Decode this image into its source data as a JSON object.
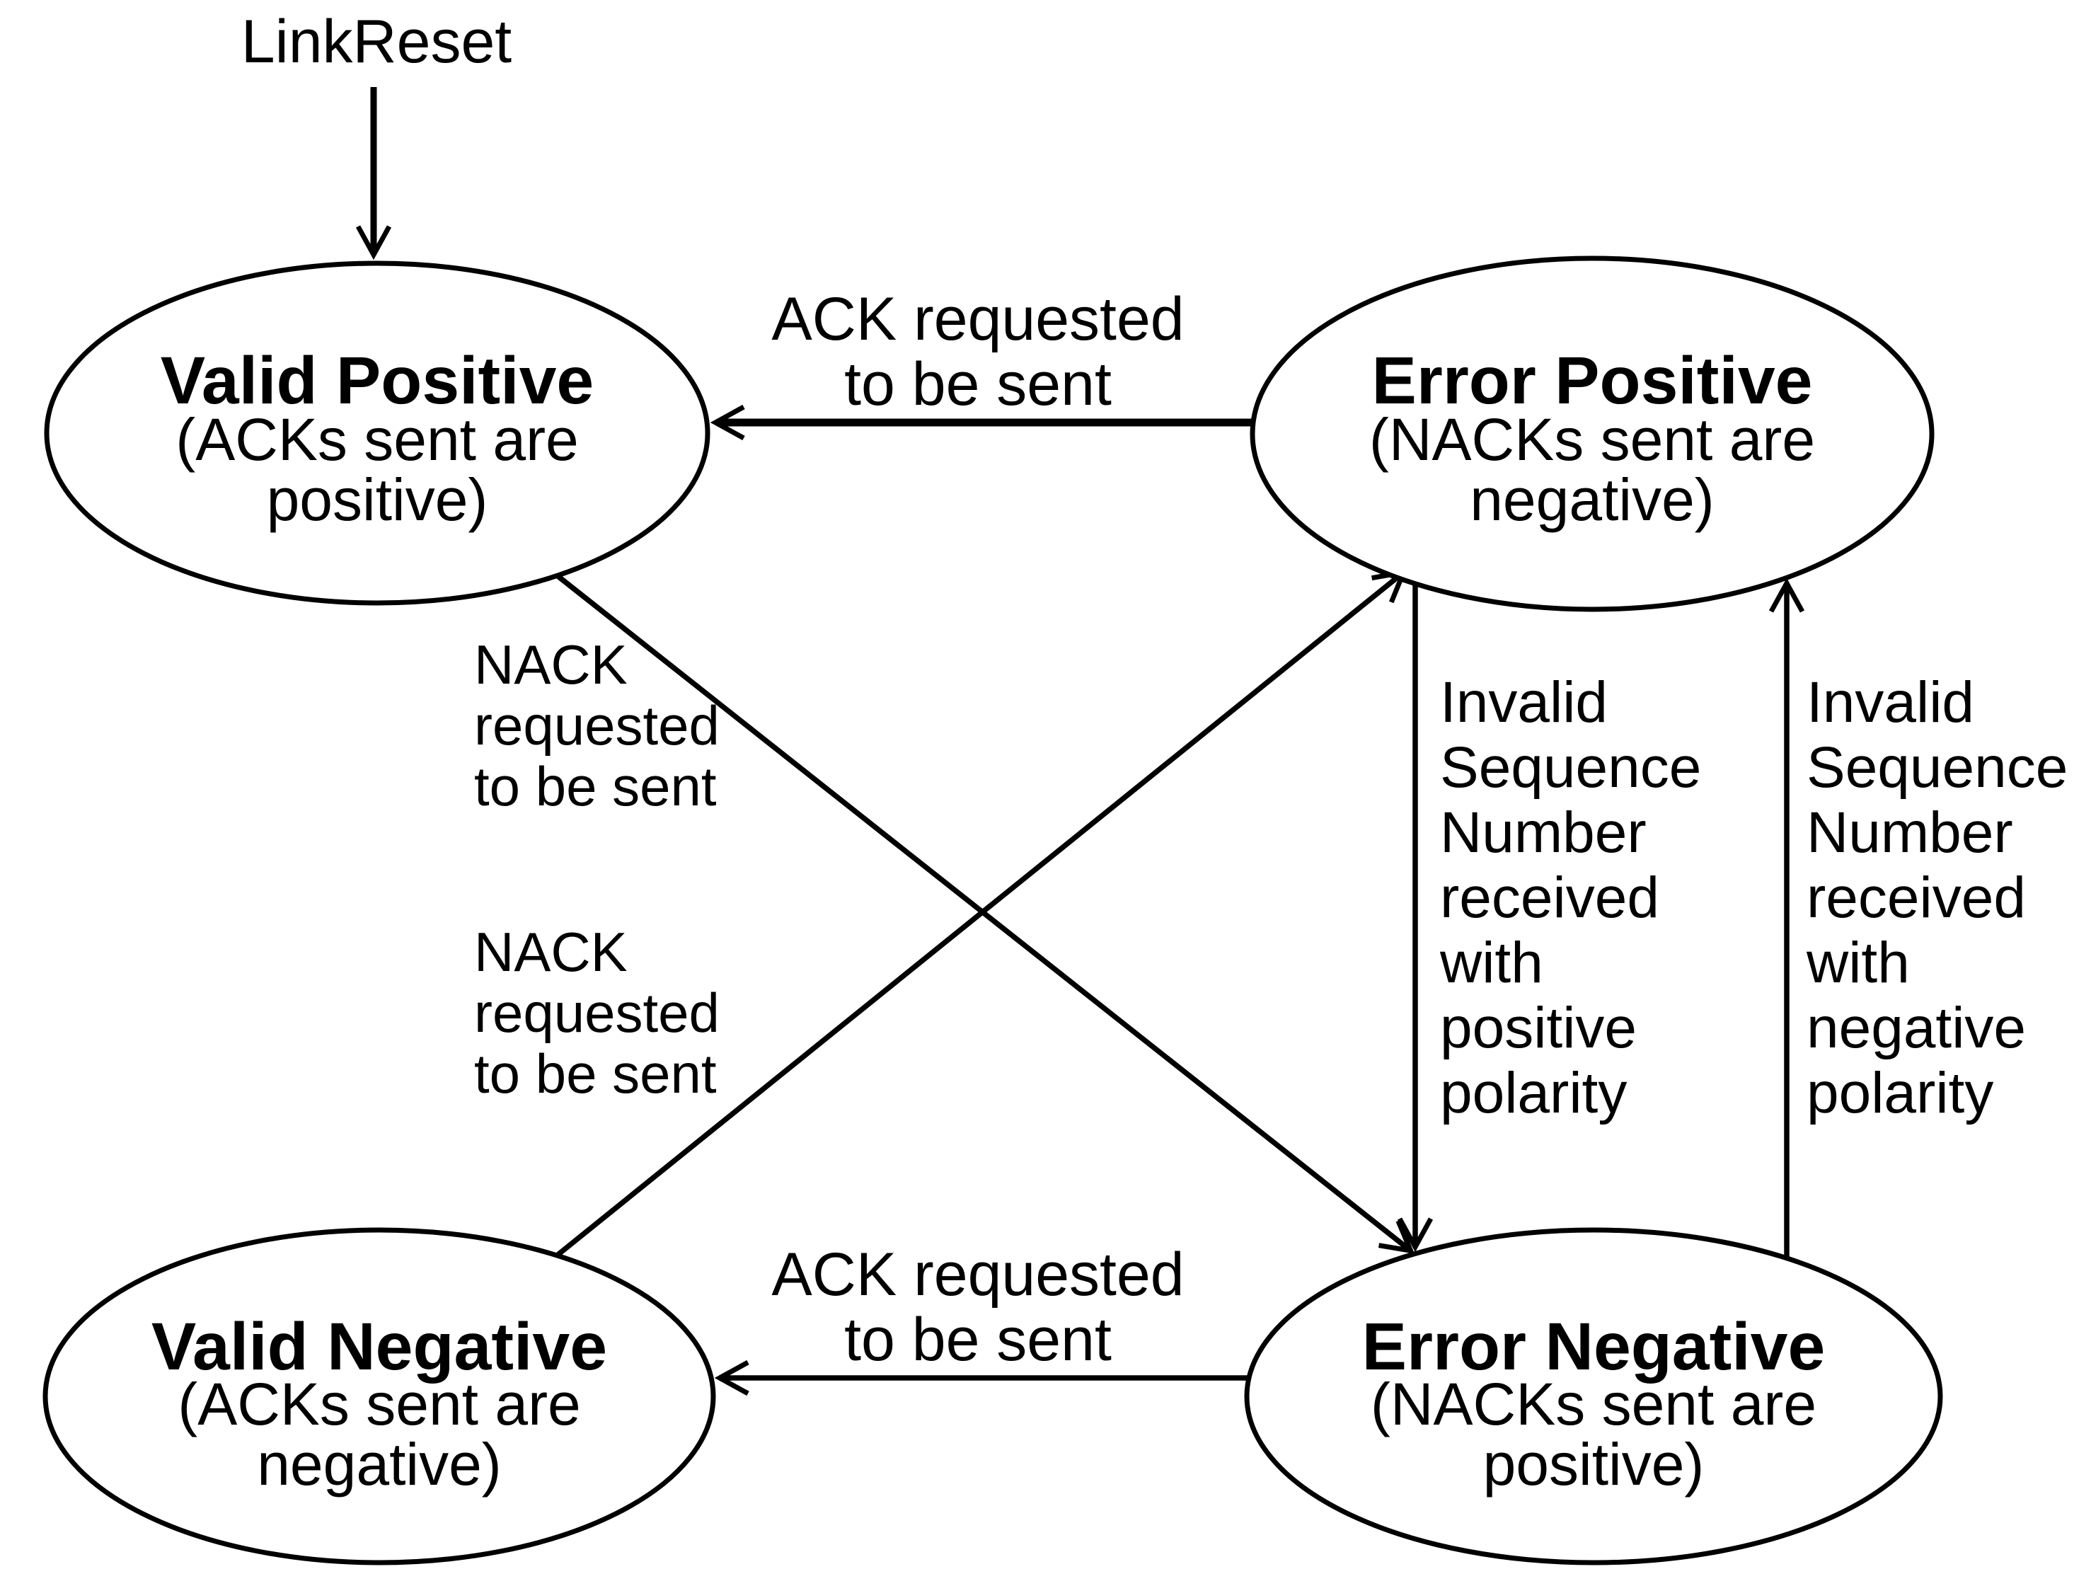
{
  "colors": {
    "ink": "#000000",
    "background": "#ffffff"
  },
  "diagram": {
    "entry": {
      "label": "LinkReset"
    },
    "states": {
      "valid_positive": {
        "title": "Valid Positive",
        "sub1": "(ACKs sent are",
        "sub2": "positive)"
      },
      "error_positive": {
        "title": "Error Positive",
        "sub1": "(NACKs sent are",
        "sub2": "negative)"
      },
      "valid_negative": {
        "title": "Valid Negative",
        "sub1": "(ACKs sent are",
        "sub2": "negative)"
      },
      "error_negative": {
        "title": "Error Negative",
        "sub1": "(NACKs sent are",
        "sub2": "positive)"
      }
    },
    "transitions": {
      "ack_top": {
        "line1": "ACK requested",
        "line2": "to be sent"
      },
      "ack_bottom": {
        "line1": "ACK requested",
        "line2": "to be sent"
      },
      "nack_upper": {
        "line1": "NACK",
        "line2": "requested",
        "line3": "to be sent"
      },
      "nack_lower": {
        "line1": "NACK",
        "line2": "requested",
        "line3": "to be sent"
      },
      "isn_positive": {
        "lines": [
          "Invalid",
          "Sequence",
          "Number",
          "received",
          "with",
          "positive",
          "polarity"
        ]
      },
      "isn_negative": {
        "lines": [
          "Invalid",
          "Sequence",
          "Number",
          "received",
          "with",
          "negative",
          "polarity"
        ]
      }
    }
  }
}
